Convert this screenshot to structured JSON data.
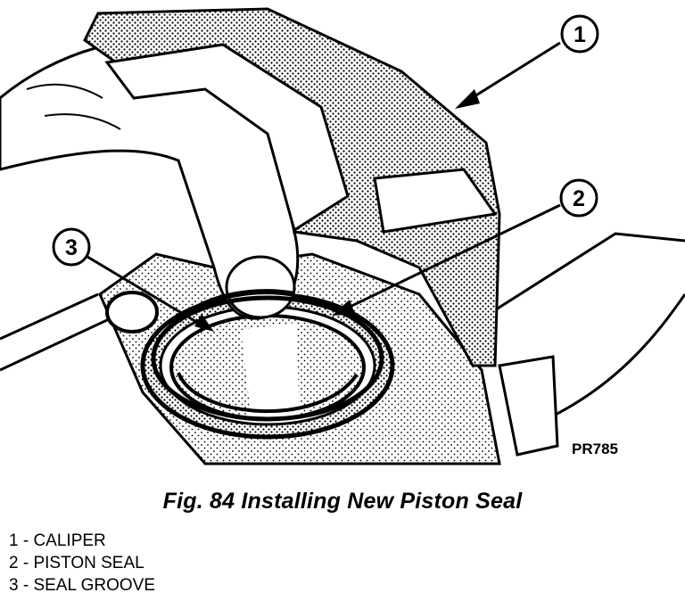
{
  "figure": {
    "plate_id": "PR785",
    "caption": "Fig. 84 Installing New Piston Seal",
    "callouts": [
      {
        "number": "1",
        "label": "CALIPER"
      },
      {
        "number": "2",
        "label": "PISTON SEAL"
      },
      {
        "number": "3",
        "label": "SEAL GROOVE"
      }
    ],
    "legend": [
      "1 - CALIPER",
      "2 - PISTON SEAL",
      "3 - SEAL GROOVE"
    ]
  }
}
